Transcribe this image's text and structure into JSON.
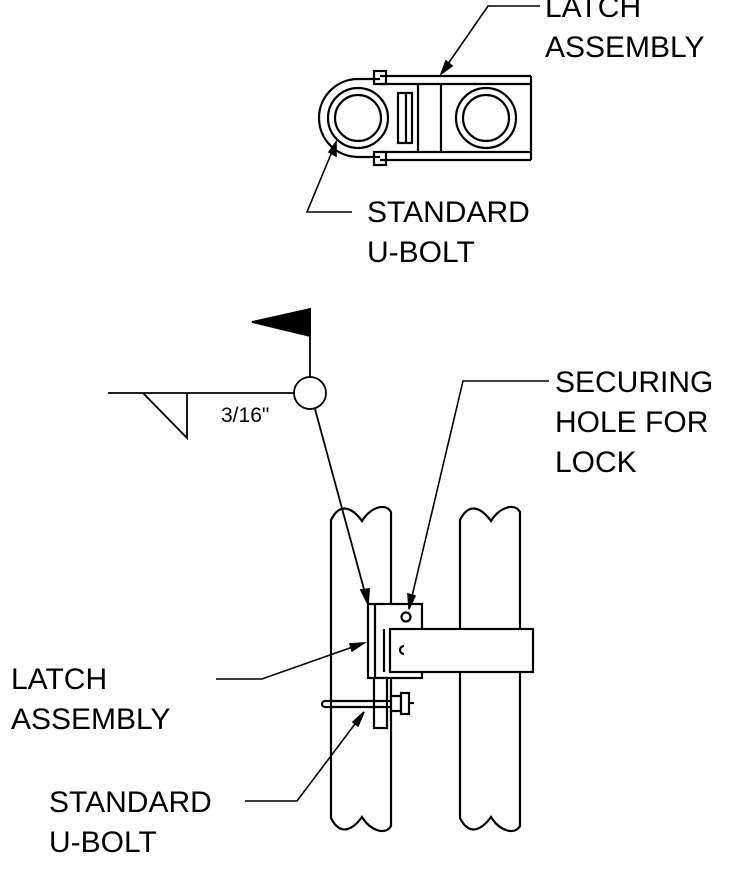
{
  "top_view": {
    "latch_label": [
      "LATCH",
      "ASSEMBLY"
    ],
    "ubolt_label": [
      "STANDARD",
      "U-BOLT"
    ]
  },
  "side_view": {
    "weld_size": "3/16\"",
    "securing_label": [
      "SECURING",
      "HOLE FOR",
      "LOCK"
    ],
    "latch_label": [
      "LATCH",
      "ASSEMBLY"
    ],
    "ubolt_label": [
      "STANDARD",
      "U-BOLT"
    ]
  },
  "colors": {
    "line": "#000000",
    "background": "#ffffff"
  }
}
